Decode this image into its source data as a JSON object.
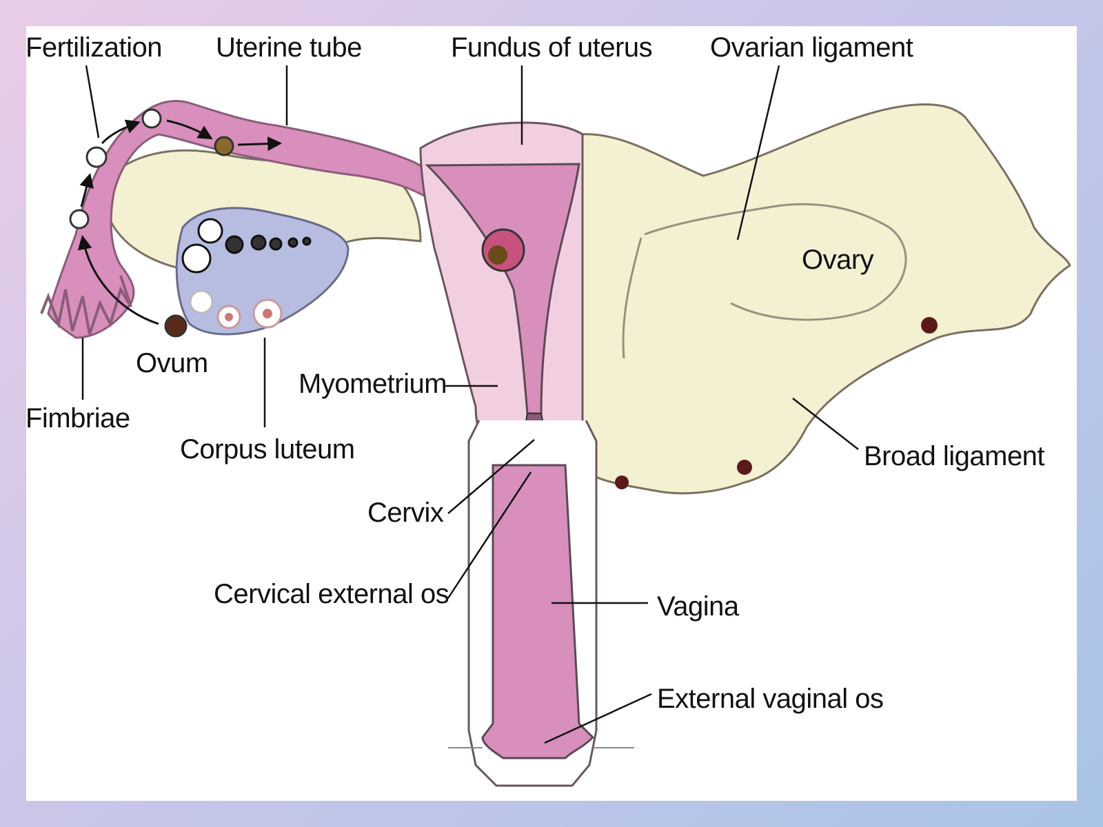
{
  "labels": {
    "fertilization": "Fertilization",
    "uterine_tube": "Uterine tube",
    "fundus": "Fundus of uterus",
    "ovarian_ligament": "Ovarian ligament",
    "ovary": "Ovary",
    "ovum": "Ovum",
    "fimbriae": "Fimbriae",
    "corpus_luteum": "Corpus luteum",
    "myometrium": "Myometrium",
    "broad_ligament": "Broad ligament",
    "cervix": "Cervix",
    "cervical_external_os": "Cervical external os",
    "vagina": "Vagina",
    "external_vaginal_os": "External vaginal os"
  },
  "colors": {
    "background_pink": "#e9cde6",
    "background_blue": "#a9c4e6",
    "tissue_pink": "#d88fbc",
    "uterus_light": "#f2cfe0",
    "ligament_cream": "#f4f0d2",
    "ovary_blue": "#b7bde0",
    "outline": "#6a5560"
  }
}
